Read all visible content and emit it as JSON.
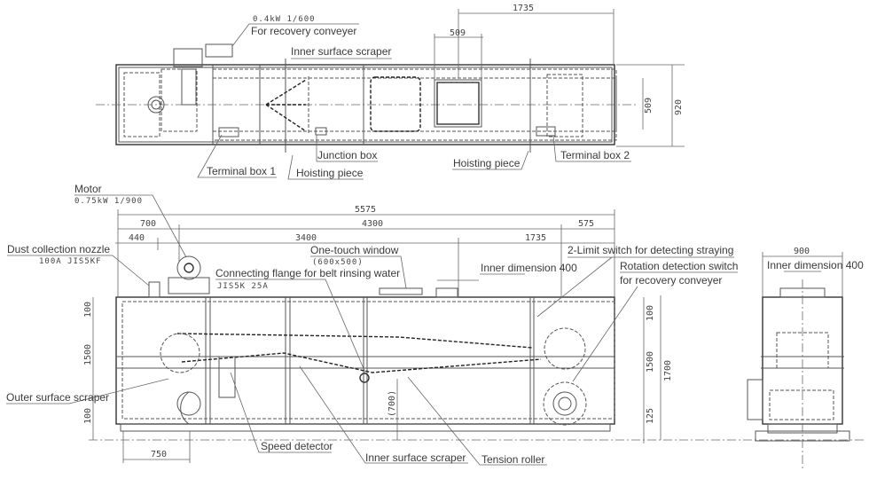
{
  "top_view": {
    "labels": {
      "recovery_motor_spec": "0.4kW 1/600",
      "recovery_conveyer": "For recovery conveyer",
      "inner_surface_scraper": "Inner surface scraper",
      "junction_box": "Junction box",
      "terminal_box_1": "Terminal box 1",
      "hoisting_piece_1": "Hoisting piece",
      "hoisting_piece_2": "Hoisting piece",
      "terminal_box_2": "Terminal box 2"
    },
    "dimensions": {
      "d1735": "1735",
      "d509_h": "509",
      "d509_v": "509",
      "d920": "920"
    }
  },
  "side_view": {
    "labels": {
      "motor": "Motor",
      "motor_spec": "0.75kW 1/900",
      "dust_nozzle": "Dust collection nozzle",
      "dust_nozzle_spec": "100A JIS5KF",
      "one_touch_window": "One-touch window",
      "one_touch_window_size": "(600x500)",
      "connecting_flange": "Connecting flange for belt rinsing water",
      "connecting_flange_spec": "JIS5K 25A",
      "inner_dimension": "Inner dimension 400",
      "limit_switch": "2-Limit switch for detecting straying",
      "rotation_switch_1": "Rotation detection switch",
      "rotation_switch_2": "for recovery conveyer",
      "outer_surface_scraper": "Outer surface scraper",
      "speed_detector": "Speed detector",
      "inner_surface_scraper": "Inner surface scraper",
      "tension_roller": "Tension roller"
    },
    "dimensions": {
      "d5575": "5575",
      "d700": "700",
      "d4300": "4300",
      "d575": "575",
      "d440": "440",
      "d3400": "3400",
      "d1735": "1735",
      "v100a": "100",
      "v1500": "1500",
      "v100b": "100",
      "r100": "100",
      "r1500": "1500",
      "r125": "125",
      "r1700": "1700",
      "d700p": "(700)",
      "d750": "750"
    }
  },
  "end_view": {
    "labels": {
      "inner_dimension": "Inner dimension 400"
    },
    "dimensions": {
      "d900": "900"
    }
  }
}
